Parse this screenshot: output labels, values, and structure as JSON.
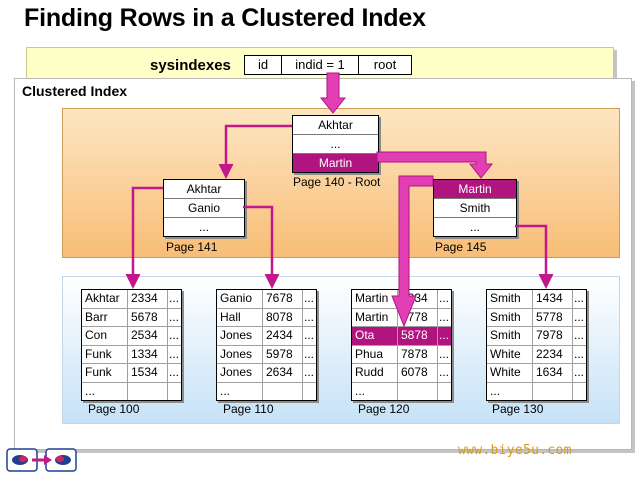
{
  "title": "Finding Rows in a Clustered Index",
  "sysindexes": {
    "label": "sysindexes",
    "columns": [
      "id",
      "indid = 1",
      "root"
    ]
  },
  "clustered_index_label": "Clustered Index",
  "root": {
    "rows": [
      "Akhtar",
      "...",
      "Martin"
    ],
    "highlighted": "Martin",
    "caption": "Page 140 - Root"
  },
  "intermediate": [
    {
      "rows": [
        "Akhtar",
        "Ganio",
        "..."
      ],
      "caption": "Page 141"
    },
    {
      "rows": [
        "Martin",
        "Smith",
        "..."
      ],
      "caption": "Page 145",
      "highlighted": "Martin"
    }
  ],
  "leaves": [
    {
      "caption": "Page 100",
      "rows": [
        [
          "Akhtar",
          "2334",
          "..."
        ],
        [
          "Barr",
          "5678",
          "..."
        ],
        [
          "Con",
          "2534",
          "..."
        ],
        [
          "Funk",
          "1334",
          "..."
        ],
        [
          "Funk",
          "1534",
          "..."
        ],
        [
          "...",
          "",
          ""
        ]
      ]
    },
    {
      "caption": "Page 110",
      "rows": [
        [
          "Ganio",
          "7678",
          "..."
        ],
        [
          "Hall",
          "8078",
          "..."
        ],
        [
          "Jones",
          "2434",
          "..."
        ],
        [
          "Jones",
          "5978",
          "..."
        ],
        [
          "Jones",
          "2634",
          "..."
        ],
        [
          "...",
          "",
          ""
        ]
      ]
    },
    {
      "caption": "Page 120",
      "rows": [
        [
          "Martin",
          "1234",
          "..."
        ],
        [
          "Martin",
          "7778",
          "..."
        ],
        [
          "Ota",
          "5878",
          "..."
        ],
        [
          "Phua",
          "7878",
          "..."
        ],
        [
          "Rudd",
          "6078",
          "..."
        ],
        [
          "...",
          "",
          ""
        ]
      ],
      "highlighted": "Ota"
    },
    {
      "caption": "Page 130",
      "rows": [
        [
          "Smith",
          "1434",
          "..."
        ],
        [
          "Smith",
          "5778",
          "..."
        ],
        [
          "Smith",
          "7978",
          "..."
        ],
        [
          "White",
          "2234",
          "..."
        ],
        [
          "White",
          "1634",
          "..."
        ],
        [
          "...",
          "",
          ""
        ]
      ]
    }
  ],
  "watermark": "www.biye5u.com",
  "colors": {
    "highlight": "#b0157f",
    "arrow": "#c2188a",
    "big_arrow": "#e23fb5",
    "orange_zone": "#f8bd77",
    "blue_zone": "#c6e2f6",
    "panel_yellow": "#ffffc8"
  }
}
